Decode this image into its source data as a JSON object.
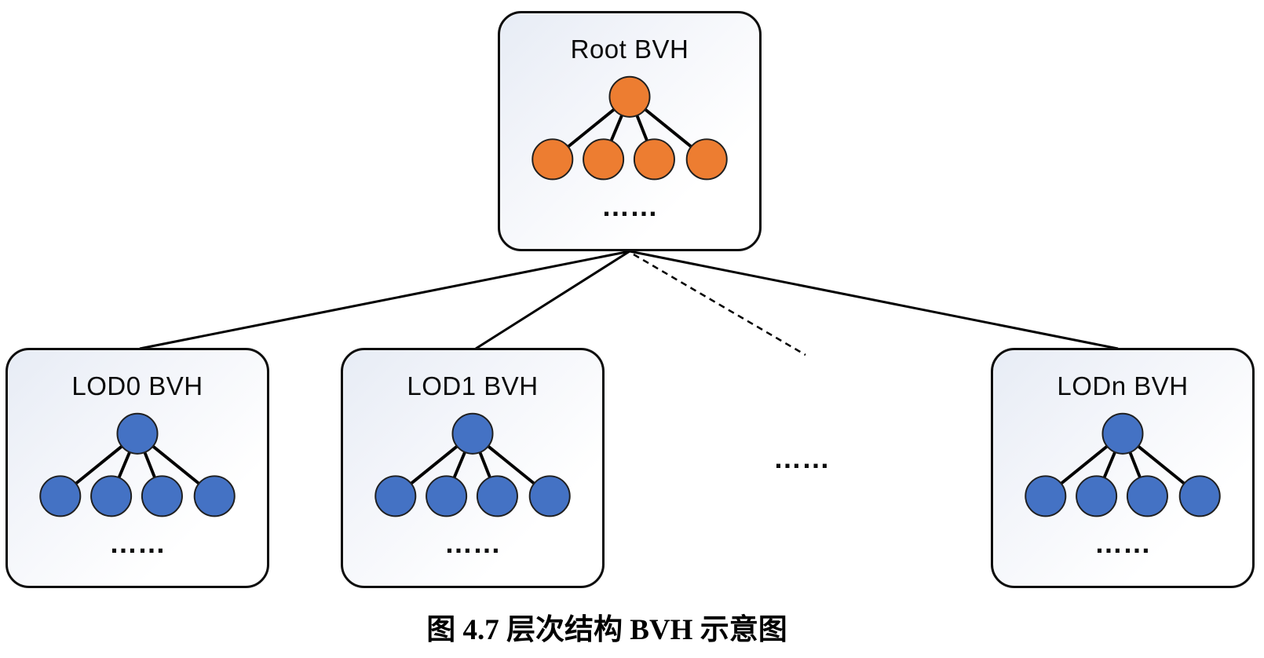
{
  "figure": {
    "caption": "图 4.7 层次结构 BVH 示意图"
  },
  "diagram": {
    "mid_ellipsis": "……",
    "colors": {
      "root_node_fill": "#ED7D31",
      "lod_node_fill": "#4472C4",
      "line": "#000000",
      "box_border": "#0D0D0D",
      "box_fill_top_left": "#E7ECF5",
      "box_fill_bottom_right": "#FFFFFF"
    },
    "boxes": {
      "root": {
        "label": "Root BVH",
        "node_color": "#ED7D31",
        "ellipsis": "……"
      },
      "lod0": {
        "label": "LOD0 BVH",
        "node_color": "#4472C4",
        "ellipsis": "……"
      },
      "lod1": {
        "label": "LOD1 BVH",
        "node_color": "#4472C4",
        "ellipsis": "……"
      },
      "lodn": {
        "label": "LODn BVH",
        "node_color": "#4472C4",
        "ellipsis": "……"
      }
    }
  }
}
